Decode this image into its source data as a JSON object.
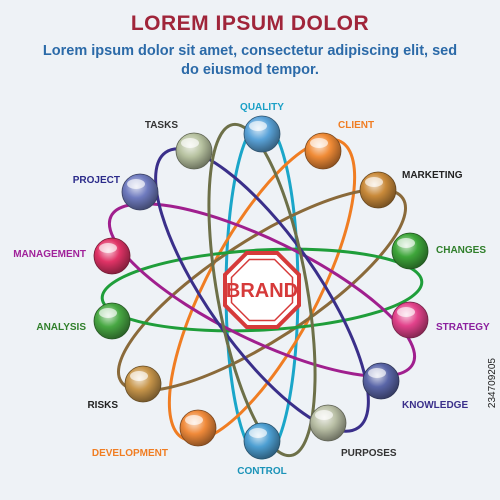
{
  "header": {
    "title": "LOREM IPSUM DOLOR",
    "subtitle": "Lorem ipsum dolor sit amet, consectetur adipiscing elit, sed do eiusmod tempor."
  },
  "center": {
    "label": "BRAND",
    "color": "#d63a3a"
  },
  "nodes": [
    {
      "label": "QUALITY",
      "sphere": "#5aa3d9",
      "text": "#1aa0c6"
    },
    {
      "label": "CLIENT",
      "sphere": "#f08b36",
      "text": "#f07d22"
    },
    {
      "label": "MARKETING",
      "sphere": "#c98a3a",
      "text": "#222222"
    },
    {
      "label": "CHANGES",
      "sphere": "#3ea63a",
      "text": "#2f7f2a"
    },
    {
      "label": "STRATEGY",
      "sphere": "#e2428b",
      "text": "#8b1f9e"
    },
    {
      "label": "KNOWLEDGE",
      "sphere": "#5a66a8",
      "text": "#3a2f8a"
    },
    {
      "label": "PURPOSES",
      "sphere": "#b9bfa5",
      "text": "#333333"
    },
    {
      "label": "CONTROL",
      "sphere": "#4d9fd2",
      "text": "#1a93b8"
    },
    {
      "label": "DEVELOPMENT",
      "sphere": "#f08a3a",
      "text": "#f07d22"
    },
    {
      "label": "RISKS",
      "sphere": "#c7954a",
      "text": "#222222"
    },
    {
      "label": "ANALYSIS",
      "sphere": "#48a843",
      "text": "#2f7f2a"
    },
    {
      "label": "MANAGEMENT",
      "sphere": "#e03366",
      "text": "#a0229a"
    },
    {
      "label": "PROJECT",
      "sphere": "#6f7bbf",
      "text": "#2b2b8a"
    },
    {
      "label": "TASKS",
      "sphere": "#b7c2a0",
      "text": "#333333"
    }
  ],
  "orbits": [
    {
      "color": "#1aa6c9"
    },
    {
      "color": "#f07d22"
    },
    {
      "color": "#8a6a3a"
    },
    {
      "color": "#1f9e3a"
    },
    {
      "color": "#a01f8e"
    },
    {
      "color": "#3a2f8a"
    },
    {
      "color": "#6d7048"
    }
  ],
  "watermark": {
    "stock_id": "234709205"
  }
}
